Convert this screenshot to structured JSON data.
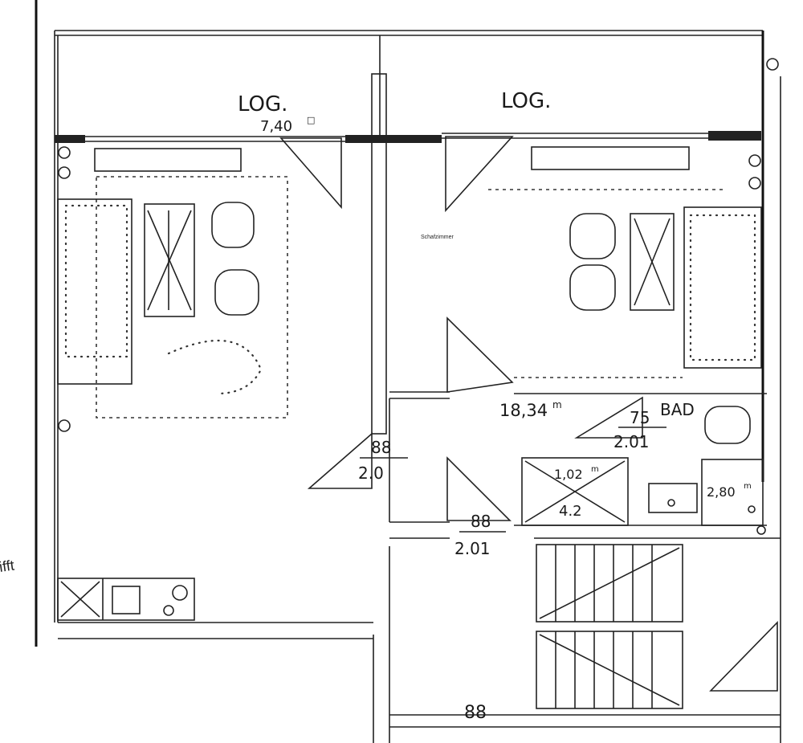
{
  "plan": {
    "loggia_left": {
      "label": "LOG.",
      "area": "7,40",
      "area_sup": "□"
    },
    "loggia_right": {
      "label": "LOG."
    },
    "bedroom": {
      "label": "Schafzimmer",
      "area": "18,34",
      "area_sup": "m"
    },
    "bath": {
      "label": "BAD",
      "w": "75",
      "h": "2.01"
    },
    "door_left": {
      "w": "88",
      "h": "2.0"
    },
    "door_hall": {
      "w": "88",
      "h": "2.01"
    },
    "door_bottom": {
      "w": "88"
    },
    "shower": {
      "area": "1,02",
      "sup": "m",
      "dim": "4.2"
    },
    "tub": {
      "area": "2,80",
      "sup": "m"
    },
    "edge_text": "ifft"
  }
}
